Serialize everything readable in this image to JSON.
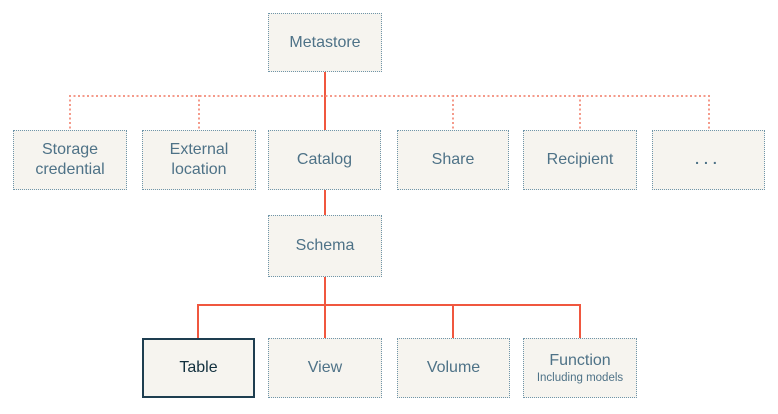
{
  "diagram": {
    "type": "hierarchy",
    "nodes": {
      "metastore": {
        "label": "Metastore"
      },
      "storage_credential": {
        "label": "Storage credential"
      },
      "external_location": {
        "label": "External location"
      },
      "catalog": {
        "label": "Catalog"
      },
      "share": {
        "label": "Share"
      },
      "recipient": {
        "label": "Recipient"
      },
      "ellipsis": {
        "label": "..."
      },
      "schema": {
        "label": "Schema"
      },
      "table": {
        "label": "Table"
      },
      "view": {
        "label": "View"
      },
      "volume": {
        "label": "Volume"
      },
      "function": {
        "label": "Function",
        "sublabel": "Including models"
      }
    },
    "edges": [
      {
        "from": "metastore",
        "to": "storage_credential",
        "style": "dotted"
      },
      {
        "from": "metastore",
        "to": "external_location",
        "style": "dotted"
      },
      {
        "from": "metastore",
        "to": "catalog",
        "style": "solid"
      },
      {
        "from": "metastore",
        "to": "share",
        "style": "dotted"
      },
      {
        "from": "metastore",
        "to": "recipient",
        "style": "dotted"
      },
      {
        "from": "metastore",
        "to": "ellipsis",
        "style": "dotted"
      },
      {
        "from": "catalog",
        "to": "schema",
        "style": "solid"
      },
      {
        "from": "schema",
        "to": "table",
        "style": "solid"
      },
      {
        "from": "schema",
        "to": "view",
        "style": "solid"
      },
      {
        "from": "schema",
        "to": "volume",
        "style": "solid"
      },
      {
        "from": "schema",
        "to": "function",
        "style": "solid"
      }
    ],
    "highlighted_node": "table",
    "colors": {
      "connector_solid": "#F0573F",
      "connector_dotted": "#F49A8A",
      "node_fill": "#F6F4EF",
      "node_border_dotted": "#6F95A9",
      "node_text": "#4E7287",
      "highlight_border": "#1E3E50",
      "highlight_text": "#12303E"
    }
  }
}
